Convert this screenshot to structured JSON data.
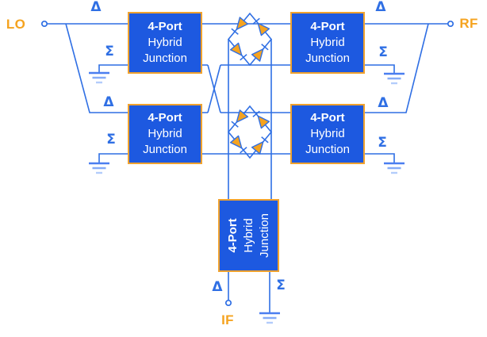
{
  "colors": {
    "wire": "#2F6FE4",
    "box-fill": "#1D59E0",
    "box-border": "#F0A22E",
    "diode": "#F5A31F",
    "port": "#F5A31F",
    "ground1": "#4A7EF0",
    "ground2": "#85ABF7",
    "ground3": "#B3CCFB"
  },
  "ports": {
    "lo": "LO",
    "rf": "RF",
    "if": "IF"
  },
  "symbols": {
    "delta": "Δ",
    "sigma": "Σ"
  },
  "blocks": [
    {
      "id": "top-left",
      "line1": "4-Port",
      "line2": "Hybrid",
      "line3": "Junction"
    },
    {
      "id": "top-right",
      "line1": "4-Port",
      "line2": "Hybrid",
      "line3": "Junction"
    },
    {
      "id": "bottom-left",
      "line1": "4-Port",
      "line2": "Hybrid",
      "line3": "Junction"
    },
    {
      "id": "bottom-right",
      "line1": "4-Port",
      "line2": "Hybrid",
      "line3": "Junction"
    },
    {
      "id": "center-if",
      "line1": "4-Port",
      "line2": "Hybrid",
      "line3": "Junction"
    }
  ]
}
